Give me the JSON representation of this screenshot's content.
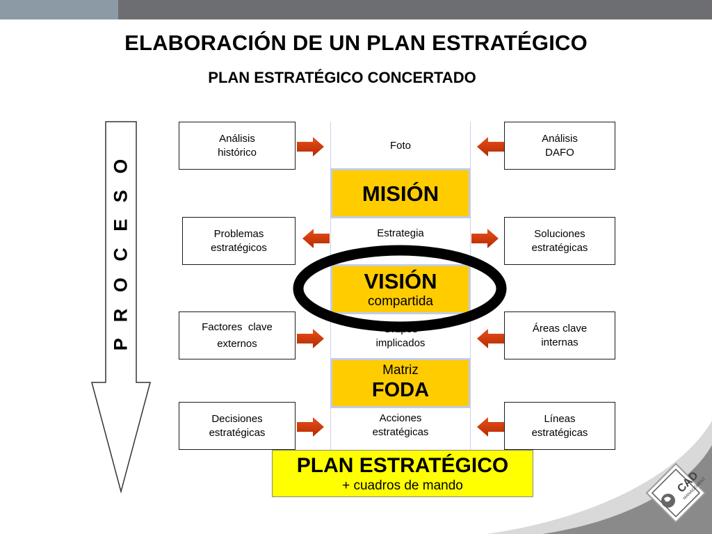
{
  "title": "ELABORACIÓN DE UN PLAN ESTRATÉGICO",
  "subtitle": "PLAN ESTRATÉGICO CONCERTADO",
  "process_label": "P R O C E S O",
  "left_boxes": [
    {
      "line1": "Análisis",
      "line2": "histórico"
    },
    {
      "line1": "Problemas",
      "line2": "estratégicos"
    },
    {
      "line1": "Factores  clave",
      "line2": "externos"
    },
    {
      "line1": "Decisiones",
      "line2": "estratégicas"
    }
  ],
  "right_boxes": [
    {
      "line1": "Análisis",
      "line2": "DAFO"
    },
    {
      "line1": "Soluciones",
      "line2": "estratégicas"
    },
    {
      "line1": "Áreas clave",
      "line2": "internas"
    },
    {
      "line1": "Líneas",
      "line2": "estratégicas"
    }
  ],
  "center_items": [
    {
      "line1": "Foto"
    },
    {
      "line1": "Estrategia"
    },
    {
      "line1": "Grupos",
      "line2": "implicados"
    },
    {
      "line1": "Acciones",
      "line2": "estratégicas"
    }
  ],
  "highlights": {
    "mision": "MISIÓN",
    "vision": "VISIÓN",
    "vision_sub": "compartida",
    "matriz": "Matriz",
    "foda": "FODA"
  },
  "plan": {
    "title": "PLAN ESTRATÉGICO",
    "subtitle": "+ cuadros de mando"
  },
  "logo": {
    "text": "CAD",
    "sub": "MANAGEMENT"
  },
  "colors": {
    "highlight_yellow": "#ffcc00",
    "plan_yellow": "#ffff00",
    "arrow_red": "#cc3300",
    "topbar_gray": "#6d6e71"
  }
}
